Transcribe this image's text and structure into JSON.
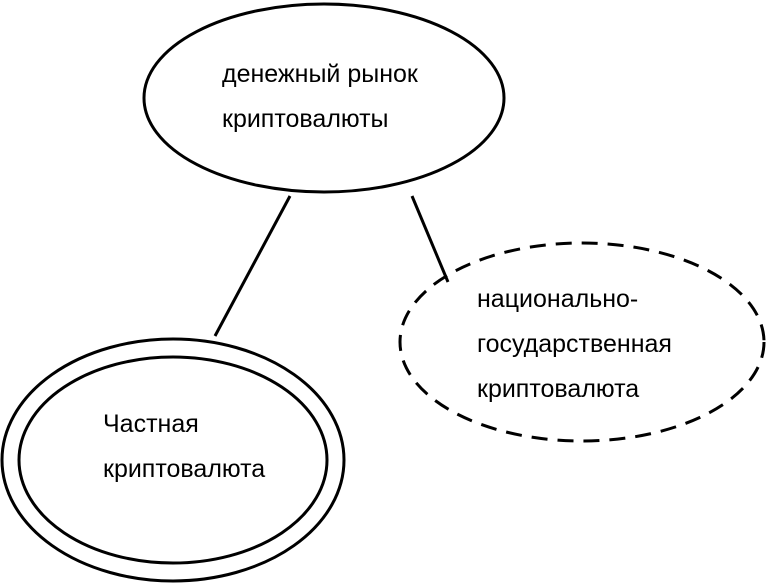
{
  "diagram": {
    "root": {
      "lines": [
        "денежный рынок",
        "криптовалюты"
      ]
    },
    "private": {
      "lines": [
        "Частная",
        "криптовалюта"
      ],
      "border": "double"
    },
    "national": {
      "lines": [
        "национально-",
        "государственная",
        "криптовалюта"
      ],
      "border": "dashed"
    }
  },
  "colors": {
    "stroke": "#000000",
    "background": "#ffffff"
  }
}
